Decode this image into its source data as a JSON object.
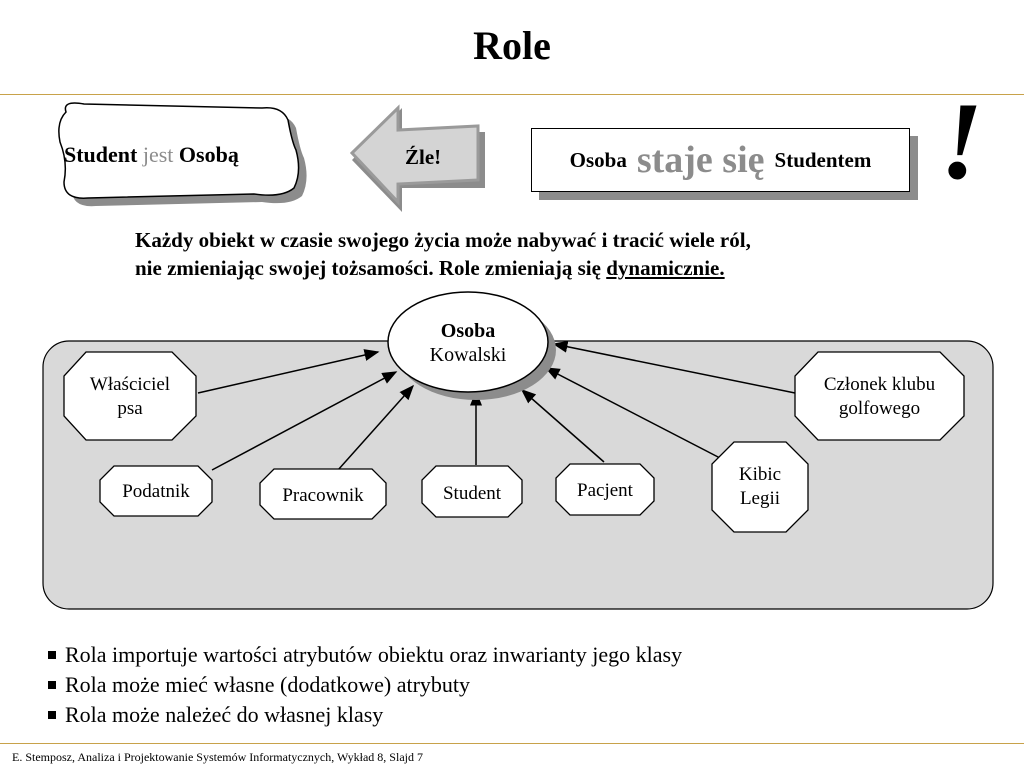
{
  "slide": {
    "title": "Role",
    "wrong_statement": {
      "part1": "Student",
      "part2": "jest",
      "part3": "Osobą"
    },
    "arrow_label": "Źle!",
    "right_statement": {
      "part1": "Osoba",
      "part2": "staje się",
      "part3": "Studentem"
    },
    "exclamation": "!",
    "description": {
      "line1": "Każdy obiekt w czasie swojego życia  może  nabywać i tracić wiele ról,",
      "line2": "nie zmieniając swojej tożsamości. Role zmieniają się ",
      "emphasis": "dynamicznie."
    },
    "diagram": {
      "center": {
        "line1": "Osoba",
        "line2": "Kowalski"
      },
      "roles": [
        {
          "line1": "Właściciel",
          "line2": "psa"
        },
        {
          "line1": "Podatnik",
          "line2": ""
        },
        {
          "line1": "Pracownik",
          "line2": ""
        },
        {
          "line1": "Student",
          "line2": ""
        },
        {
          "line1": "Pacjent",
          "line2": ""
        },
        {
          "line1": "Kibic",
          "line2": "Legii"
        },
        {
          "line1": "Członek klubu",
          "line2": "golfowego"
        }
      ]
    },
    "bullets": [
      "Rola importuje wartości atrybutów obiektu oraz inwarianty  jego klasy",
      "Rola może mieć własne (dodatkowe) atrybuty",
      "Rola może należeć do własnej klasy"
    ],
    "footer": "E. Stemposz, Analiza i Projektowanie Systemów Informatycznych, Wykład 8, Slajd 7",
    "colors": {
      "rule": "#c8a24a",
      "grey": "#8c8c8c",
      "panel": "#d9d9d9"
    }
  }
}
